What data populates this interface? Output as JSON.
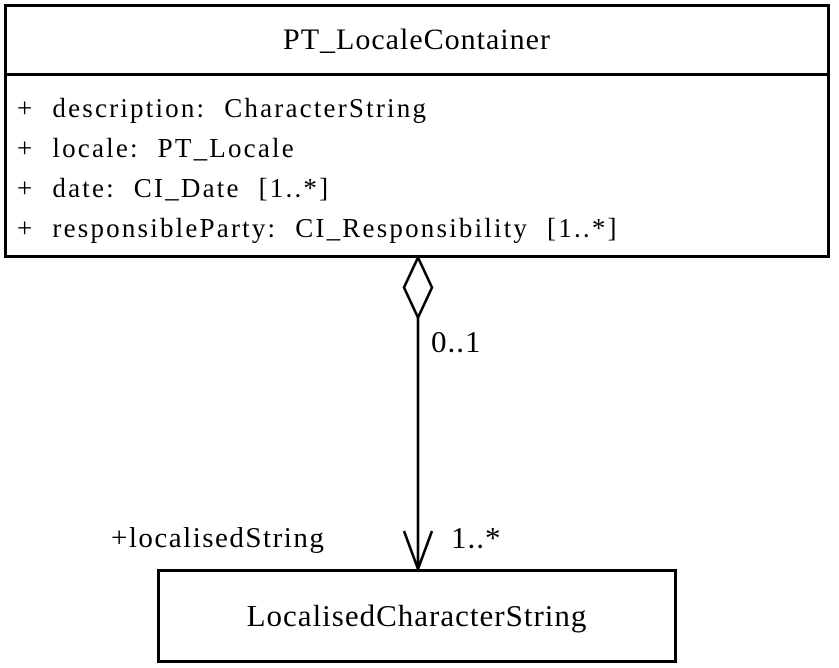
{
  "colors": {
    "line": "#000000",
    "background": "#ffffff"
  },
  "icons": {
    "aggregation": "hollow-diamond",
    "arrowhead": "open-v-arrow"
  },
  "diagram": {
    "parent_class": {
      "name": "PT_LocaleContainer",
      "attributes": [
        "+ description: CharacterString",
        "+ locale: PT_Locale",
        "+ date: CI_Date [1..*]",
        "+ responsibleParty: CI_Responsibility [1..*]"
      ]
    },
    "child_class": {
      "name": "LocalisedCharacterString"
    },
    "association": {
      "kind": "aggregation",
      "source_multiplicity": "0..1",
      "role_label": "+localisedString",
      "target_multiplicity": "1..*"
    }
  }
}
